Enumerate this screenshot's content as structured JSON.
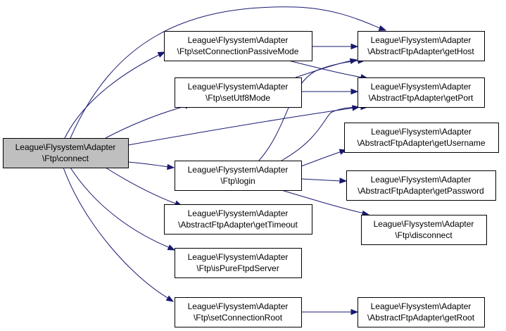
{
  "nodes": [
    {
      "id": "connect",
      "line1": "League\\Flysystem\\Adapter",
      "line2": "\\Ftp\\connect",
      "focus": true
    },
    {
      "id": "setConnectionPassiveMode",
      "line1": "League\\Flysystem\\Adapter",
      "line2": "\\Ftp\\setConnectionPassiveMode"
    },
    {
      "id": "setUtf8Mode",
      "line1": "League\\Flysystem\\Adapter",
      "line2": "\\Ftp\\setUtf8Mode"
    },
    {
      "id": "login",
      "line1": "League\\Flysystem\\Adapter",
      "line2": "\\Ftp\\login"
    },
    {
      "id": "getTimeout",
      "line1": "League\\Flysystem\\Adapter",
      "line2": "\\AbstractFtpAdapter\\getTimeout"
    },
    {
      "id": "isPureFtpdServer",
      "line1": "League\\Flysystem\\Adapter",
      "line2": "\\Ftp\\isPureFtpdServer"
    },
    {
      "id": "setConnectionRoot",
      "line1": "League\\Flysystem\\Adapter",
      "line2": "\\Ftp\\setConnectionRoot"
    },
    {
      "id": "getHost",
      "line1": "League\\Flysystem\\Adapter",
      "line2": "\\AbstractFtpAdapter\\getHost"
    },
    {
      "id": "getPort",
      "line1": "League\\Flysystem\\Adapter",
      "line2": "\\AbstractFtpAdapter\\getPort"
    },
    {
      "id": "getUsername",
      "line1": "League\\Flysystem\\Adapter",
      "line2": "\\AbstractFtpAdapter\\getUsername"
    },
    {
      "id": "getPassword",
      "line1": "League\\Flysystem\\Adapter",
      "line2": "\\AbstractFtpAdapter\\getPassword"
    },
    {
      "id": "disconnect",
      "line1": "League\\Flysystem\\Adapter",
      "line2": "\\Ftp\\disconnect"
    },
    {
      "id": "getRoot",
      "line1": "League\\Flysystem\\Adapter",
      "line2": "\\AbstractFtpAdapter\\getRoot"
    }
  ],
  "edges": [
    {
      "from": "connect",
      "to": "getHost"
    },
    {
      "from": "connect",
      "to": "setConnectionPassiveMode"
    },
    {
      "from": "connect",
      "to": "setUtf8Mode"
    },
    {
      "from": "connect",
      "to": "getPort"
    },
    {
      "from": "connect",
      "to": "login"
    },
    {
      "from": "connect",
      "to": "getTimeout"
    },
    {
      "from": "connect",
      "to": "isPureFtpdServer"
    },
    {
      "from": "connect",
      "to": "setConnectionRoot"
    },
    {
      "from": "setConnectionPassiveMode",
      "to": "getHost"
    },
    {
      "from": "setConnectionPassiveMode",
      "to": "getPort"
    },
    {
      "from": "setUtf8Mode",
      "to": "getHost"
    },
    {
      "from": "setUtf8Mode",
      "to": "getPort"
    },
    {
      "from": "login",
      "to": "getHost"
    },
    {
      "from": "login",
      "to": "getPort"
    },
    {
      "from": "login",
      "to": "getUsername"
    },
    {
      "from": "login",
      "to": "getPassword"
    },
    {
      "from": "login",
      "to": "disconnect"
    },
    {
      "from": "setConnectionRoot",
      "to": "getRoot"
    }
  ]
}
